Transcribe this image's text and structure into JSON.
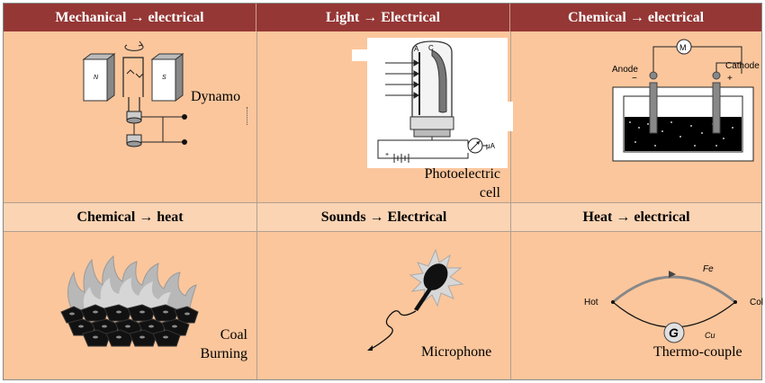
{
  "headers": {
    "mechanical": "Mechanical → electrical",
    "light": "Light → Electrical",
    "chemical_electrical": "Chemical → electrical",
    "chemical_heat": "Chemical → heat",
    "sounds": "Sounds → Electrical",
    "heat": "Heat → electrical"
  },
  "dynamo": {
    "label": "Dynamo",
    "pole_n": "N",
    "pole_s": "S"
  },
  "photo": {
    "label_line1": "Photoelectric",
    "label_line2": "cell",
    "anode": "A",
    "cathode": "C",
    "meter": "μA"
  },
  "cell_chem": {
    "anode": "Anode",
    "anode_sign": "−",
    "cathode": "Cathode",
    "cathode_sign": "+",
    "meter": "M"
  },
  "coal": {
    "label_line1": "Coal",
    "label_line2": "Burning"
  },
  "microphone": {
    "label": "Microphone"
  },
  "thermo": {
    "label": "Thermo-couple",
    "hot": "Hot",
    "cold": "Col",
    "fe": "Fe",
    "cu": "Cu",
    "galvanometer": "G"
  }
}
